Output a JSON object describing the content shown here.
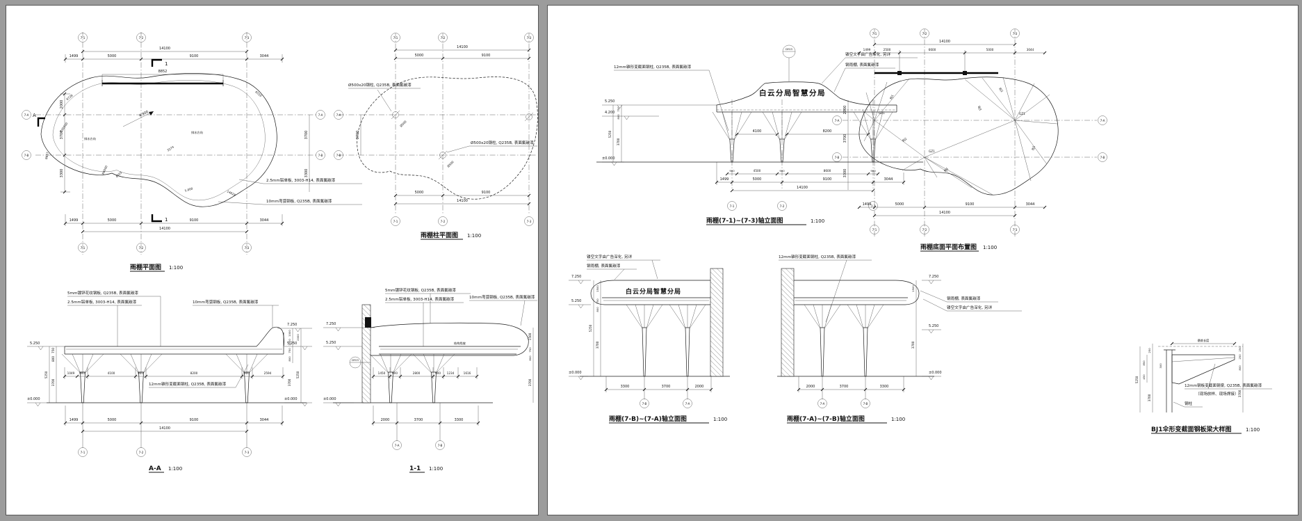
{
  "axes": {
    "n1": "7-1",
    "n2": "7-2",
    "n3": "7-3",
    "a": "7-A",
    "b": "7-B"
  },
  "left": {
    "plan": {
      "title": "雨棚平面图",
      "scale": "1:100",
      "top": [
        "1499",
        "5000",
        "9100",
        "3044"
      ],
      "total": "14100",
      "side": [
        "2000",
        "3700",
        "3300"
      ],
      "side_r": [
        "3700",
        "3300"
      ],
      "beam": "8852",
      "sec1": "1",
      "secA": "A",
      "slope": "4.900",
      "drain": "排水方向",
      "curve": [
        "6728",
        "6510",
        "8657",
        "R16500",
        "R6000",
        "4703",
        "3274",
        "5.000",
        "14628"
      ],
      "ann": [
        "2.5mm铝单板, 3003-H14, 表面氟碳漆",
        "10mm弯弧钢板, Q235B, 表面氟碳漆"
      ]
    },
    "colplan": {
      "title": "雨棚柱平面图",
      "scale": "1:100",
      "top": [
        "5000",
        "9100"
      ],
      "total": "14100",
      "side": "3700",
      "ann": "Ø500x20钢柱, Q235B, 表面氟碳漆",
      "col": "Ø500"
    },
    "aa": {
      "title": "A-A",
      "scale": "1:100",
      "ann": [
        "5mm镀锌花纹钢板, Q235B, 表面氟碳漆",
        "2.5mm铝单板, 3003-H14, 表面氟碳漆",
        "10mm弯弧钢板, Q235B, 表面氟碳漆",
        "12mm锥形变截面钢柱, Q235B, 表面氟碳漆"
      ],
      "mid": [
        "1049",
        "900",
        "4100",
        "900",
        "8200",
        "900",
        "2594"
      ],
      "bottom": [
        "1499",
        "5000",
        "9100",
        "3044"
      ],
      "total": "14100",
      "elev": {
        "l1": "5.250",
        "l2": "±0.000",
        "r1": "7.250",
        "r2": "5.250",
        "r3": "±0.000"
      },
      "vl": [
        "750",
        "800",
        "5250",
        "3700"
      ],
      "vr": [
        "1000",
        "1000",
        "2000",
        "750",
        "800",
        "5250",
        "3700"
      ]
    },
    "s11": {
      "title": "1-1",
      "scale": "1:100",
      "detail": "DY03",
      "slope": "结构找坡",
      "mid": [
        "1450",
        "900",
        "2800",
        "900",
        "1234",
        "1616"
      ],
      "bottom": [
        "2000",
        "3700",
        "3300"
      ],
      "elev": [
        "7.250",
        "5.250",
        "±0.000"
      ],
      "vr": [
        "1500",
        "750",
        "800",
        "3700"
      ]
    }
  },
  "right": {
    "e13": {
      "title": "雨棚(7-1)~(7-3)轴立面图",
      "scale": "1:100",
      "banner": "白云分局智慧分局",
      "detail": "DY03",
      "ann": [
        "12mm锥形变截面钢柱, Q235B, 表面氟碳漆",
        "镂空文字由广告深化, 另详",
        "钢雨棚, 表面氟碳漆"
      ],
      "elev": [
        "5.250",
        "4.200",
        "±0.000"
      ],
      "vl": [
        "750",
        "800",
        "5250",
        "3700"
      ],
      "mid": [
        "4100",
        "8200"
      ],
      "row1": [
        "900",
        "4500",
        "900",
        "8600",
        "900"
      ],
      "row2": [
        "1499",
        "5000",
        "9100",
        "3044"
      ],
      "total": "14100"
    },
    "bplan": {
      "title": "雨棚底面平面布置图",
      "scale": "1:100",
      "top": [
        "1499",
        "2500",
        "6600",
        "5000",
        "3044"
      ],
      "total": "14100",
      "side": [
        "2000",
        "3700",
        "3300"
      ],
      "bottom": [
        "1499",
        "5000",
        "9100",
        "3044"
      ],
      "hub": "GZ1",
      "beams": [
        "BJ1",
        "BJ2",
        "BJ1",
        "BJ3",
        "BJ1",
        "BJ2"
      ]
    },
    "eba": {
      "title": "雨棚(7-B)~(7-A)轴立面图",
      "scale": "1:100",
      "banner": "白云分局智慧分局",
      "ann": [
        "镂空文字由广告深化, 另详",
        "钢雨棚, 表面氟碳漆"
      ],
      "elev": [
        "7.250",
        "5.250",
        "±0.000"
      ],
      "vl": [
        "1500",
        "750",
        "800",
        "5250",
        "3700"
      ],
      "bottom": [
        "3300",
        "3700",
        "2000"
      ]
    },
    "eab": {
      "title": "雨棚(7-A)~(7-B)轴立面图",
      "scale": "1:100",
      "ann": [
        "12mm锥形变截面钢柱, Q235B, 表面氟碳漆",
        "钢雨棚, 表面氟碳漆",
        "镂空文字由广告深化, 另详"
      ],
      "elev": [
        "7.250",
        "5.250",
        "±0.000"
      ],
      "vr": [
        "1500",
        "3700"
      ],
      "bottom": [
        "2000",
        "3700",
        "3300"
      ]
    },
    "bj1": {
      "title": "BJ1伞形变截面钢板梁大样图",
      "scale": "1:100",
      "span": "悬挑长度",
      "colw": "300",
      "ann": [
        "12mm钢板变截面钢梁, Q235B, 表面氟碳漆",
        "（现场放样、现场焊接）",
        "钢柱"
      ],
      "vl": [
        "250",
        "850",
        "450",
        "5250",
        "3700"
      ],
      "vr": [
        "250",
        "250",
        "800",
        "3700"
      ]
    }
  }
}
